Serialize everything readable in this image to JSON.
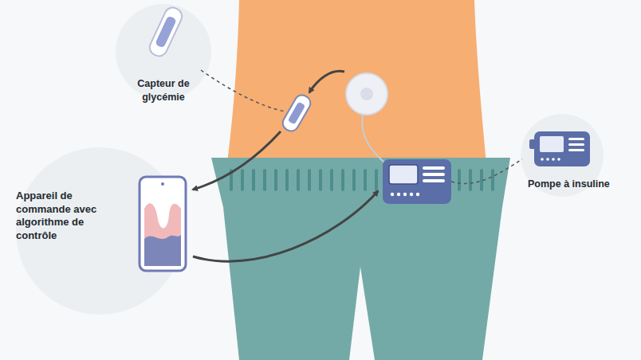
{
  "diagram": {
    "nodes": [
      {
        "text": [
          "Capteur de glycémie"
        ]
      },
      {
        "text": [
          "Appareil de commande avec algorithme de contrôle"
        ]
      },
      {
        "text": [
          "Pompe à insuline"
        ]
      }
    ]
  }
}
